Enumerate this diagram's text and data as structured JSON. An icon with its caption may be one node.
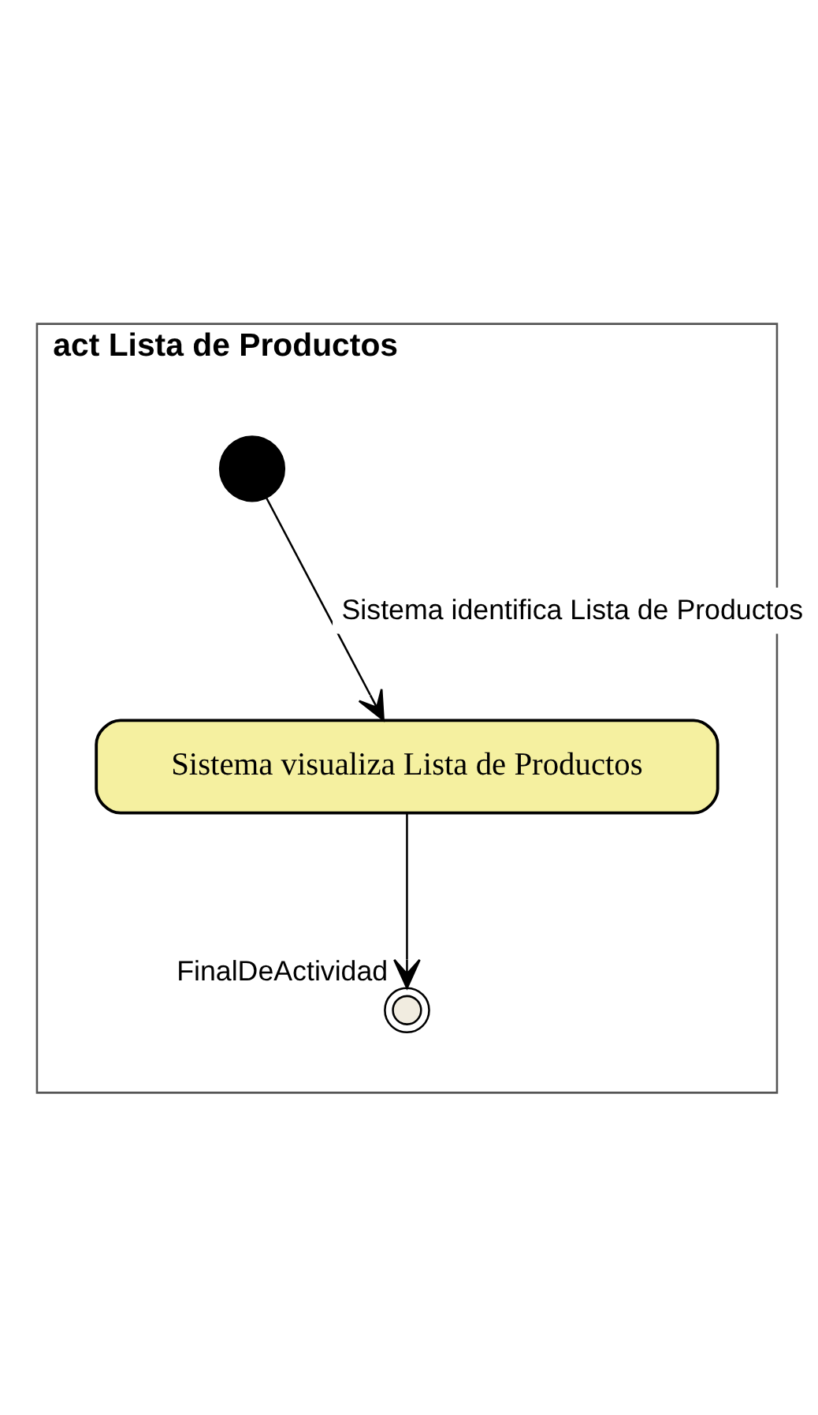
{
  "diagram": {
    "nodes": [
      {
        "text": [
          "act Lista de Productos"
        ]
      },
      {
        "text": [],
        "shape": "circle",
        "in": 0
      },
      {
        "text": [
          "Sistema visualiza Lista de Productos"
        ],
        "in": 0
      },
      {
        "text": [],
        "shape": "circle",
        "in": 0,
        "beside": [
          "FinalDeActividad"
        ]
      }
    ],
    "edges": [
      {
        "from": 1,
        "to": 2,
        "arrow": "to",
        "label": "Sistema identifica Lista de Productos"
      },
      {
        "from": 2,
        "to": 3,
        "arrow": "to"
      }
    ]
  }
}
